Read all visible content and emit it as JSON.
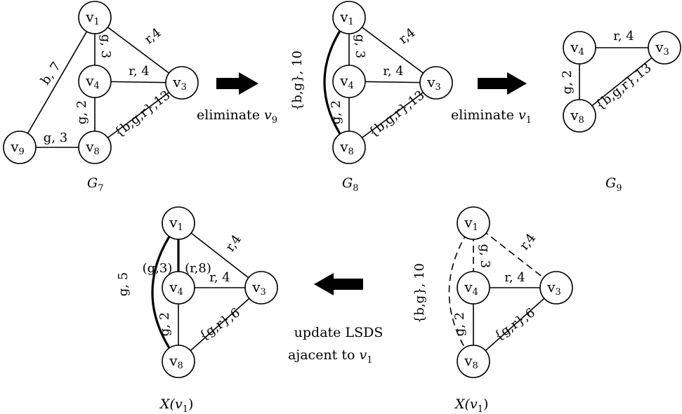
{
  "node_letter": "v",
  "colors": {
    "stroke": "#000000",
    "fill": "#ffffff",
    "background": "#ffffff"
  },
  "captions": {
    "g7": {
      "main": "G",
      "sub": "7"
    },
    "g8": {
      "main": "G",
      "sub": "8"
    },
    "g9": {
      "main": "G",
      "sub": "9"
    },
    "x_left": {
      "main": "X(v",
      "sub": "1",
      "tail": ")"
    },
    "x_right": {
      "main": "X(v",
      "sub": "1",
      "tail": ")"
    }
  },
  "arrows": {
    "a1": {
      "text": "eliminate ",
      "var": "v",
      "sub": "9"
    },
    "a2": {
      "text": "eliminate ",
      "var": "v",
      "sub": "1"
    },
    "a3": {
      "line1": "update LSDS",
      "line2": "ajacent to ",
      "var": "v",
      "sub": "1"
    }
  },
  "graphs": {
    "G7": {
      "nodes": [
        {
          "id": "v1",
          "sub": "1"
        },
        {
          "id": "v4",
          "sub": "4"
        },
        {
          "id": "v3",
          "sub": "3"
        },
        {
          "id": "v8",
          "sub": "8"
        },
        {
          "id": "v9",
          "sub": "9"
        }
      ],
      "edges": [
        {
          "from": "v1",
          "to": "v3",
          "label": "r,4"
        },
        {
          "from": "v1",
          "to": "v4",
          "label": "g, 3"
        },
        {
          "from": "v4",
          "to": "v3",
          "label": "r, 4"
        },
        {
          "from": "v4",
          "to": "v8",
          "label": "g, 2"
        },
        {
          "from": "v8",
          "to": "v3",
          "label": "{b,g,r},13"
        },
        {
          "from": "v9",
          "to": "v1",
          "label": "b, 7"
        },
        {
          "from": "v9",
          "to": "v8",
          "label": "g, 3"
        }
      ]
    },
    "G8": {
      "nodes": [
        {
          "id": "v1",
          "sub": "1"
        },
        {
          "id": "v4",
          "sub": "4"
        },
        {
          "id": "v3",
          "sub": "3"
        },
        {
          "id": "v8",
          "sub": "8"
        }
      ],
      "edges": [
        {
          "from": "v1",
          "to": "v3",
          "label": "r,4"
        },
        {
          "from": "v1",
          "to": "v4",
          "label": "g, 3"
        },
        {
          "from": "v4",
          "to": "v3",
          "label": "r, 4"
        },
        {
          "from": "v4",
          "to": "v8",
          "label": "g, 2"
        },
        {
          "from": "v8",
          "to": "v3",
          "label": "{b,g,r},13"
        },
        {
          "from": "v1",
          "to": "v8",
          "label": "{b,g}, 10",
          "style": "thick-arc"
        }
      ]
    },
    "G9": {
      "nodes": [
        {
          "id": "v4",
          "sub": "4"
        },
        {
          "id": "v3",
          "sub": "3"
        },
        {
          "id": "v8",
          "sub": "8"
        }
      ],
      "edges": [
        {
          "from": "v4",
          "to": "v3",
          "label": "r, 4"
        },
        {
          "from": "v4",
          "to": "v8",
          "label": "g, 2"
        },
        {
          "from": "v8",
          "to": "v3",
          "label": "{b,g,r},13"
        }
      ]
    },
    "X_left": {
      "nodes": [
        {
          "id": "v1",
          "sub": "1"
        },
        {
          "id": "v4",
          "sub": "4"
        },
        {
          "id": "v3",
          "sub": "3"
        },
        {
          "id": "v8",
          "sub": "8"
        }
      ],
      "edges": [
        {
          "from": "v1",
          "to": "v3",
          "label": "r,4"
        },
        {
          "from": "v1",
          "to": "v4",
          "label": "(g,3)",
          "label2": "(r,8)",
          "style": "thick"
        },
        {
          "from": "v4",
          "to": "v3",
          "label": "r, 4"
        },
        {
          "from": "v4",
          "to": "v8",
          "label": "g, 2"
        },
        {
          "from": "v8",
          "to": "v3",
          "label": "{g,r},6"
        },
        {
          "from": "v1",
          "to": "v8",
          "label": "g, 5",
          "style": "thick-arc"
        }
      ]
    },
    "X_right": {
      "nodes": [
        {
          "id": "v1",
          "sub": "1"
        },
        {
          "id": "v4",
          "sub": "4"
        },
        {
          "id": "v3",
          "sub": "3"
        },
        {
          "id": "v8",
          "sub": "8"
        }
      ],
      "edges": [
        {
          "from": "v1",
          "to": "v3",
          "label": "r,4",
          "style": "dashed"
        },
        {
          "from": "v1",
          "to": "v4",
          "label": "g, 3",
          "style": "dashed"
        },
        {
          "from": "v4",
          "to": "v3",
          "label": "r, 4"
        },
        {
          "from": "v4",
          "to": "v8",
          "label": "g, 2"
        },
        {
          "from": "v8",
          "to": "v3",
          "label": "{g,r},6"
        },
        {
          "from": "v1",
          "to": "v8",
          "label": "{b,g}, 10",
          "style": "dashed-arc"
        }
      ]
    }
  }
}
